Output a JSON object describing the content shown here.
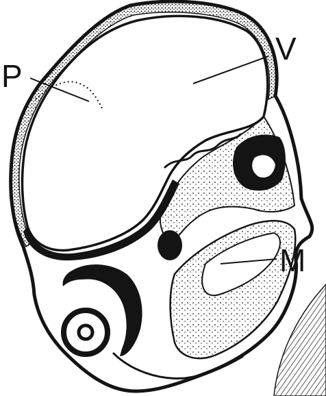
{
  "labels": {
    "p": "P",
    "v": "V",
    "m": "M"
  },
  "colors": {
    "ink": "#141414",
    "paper": "#ffffff"
  }
}
